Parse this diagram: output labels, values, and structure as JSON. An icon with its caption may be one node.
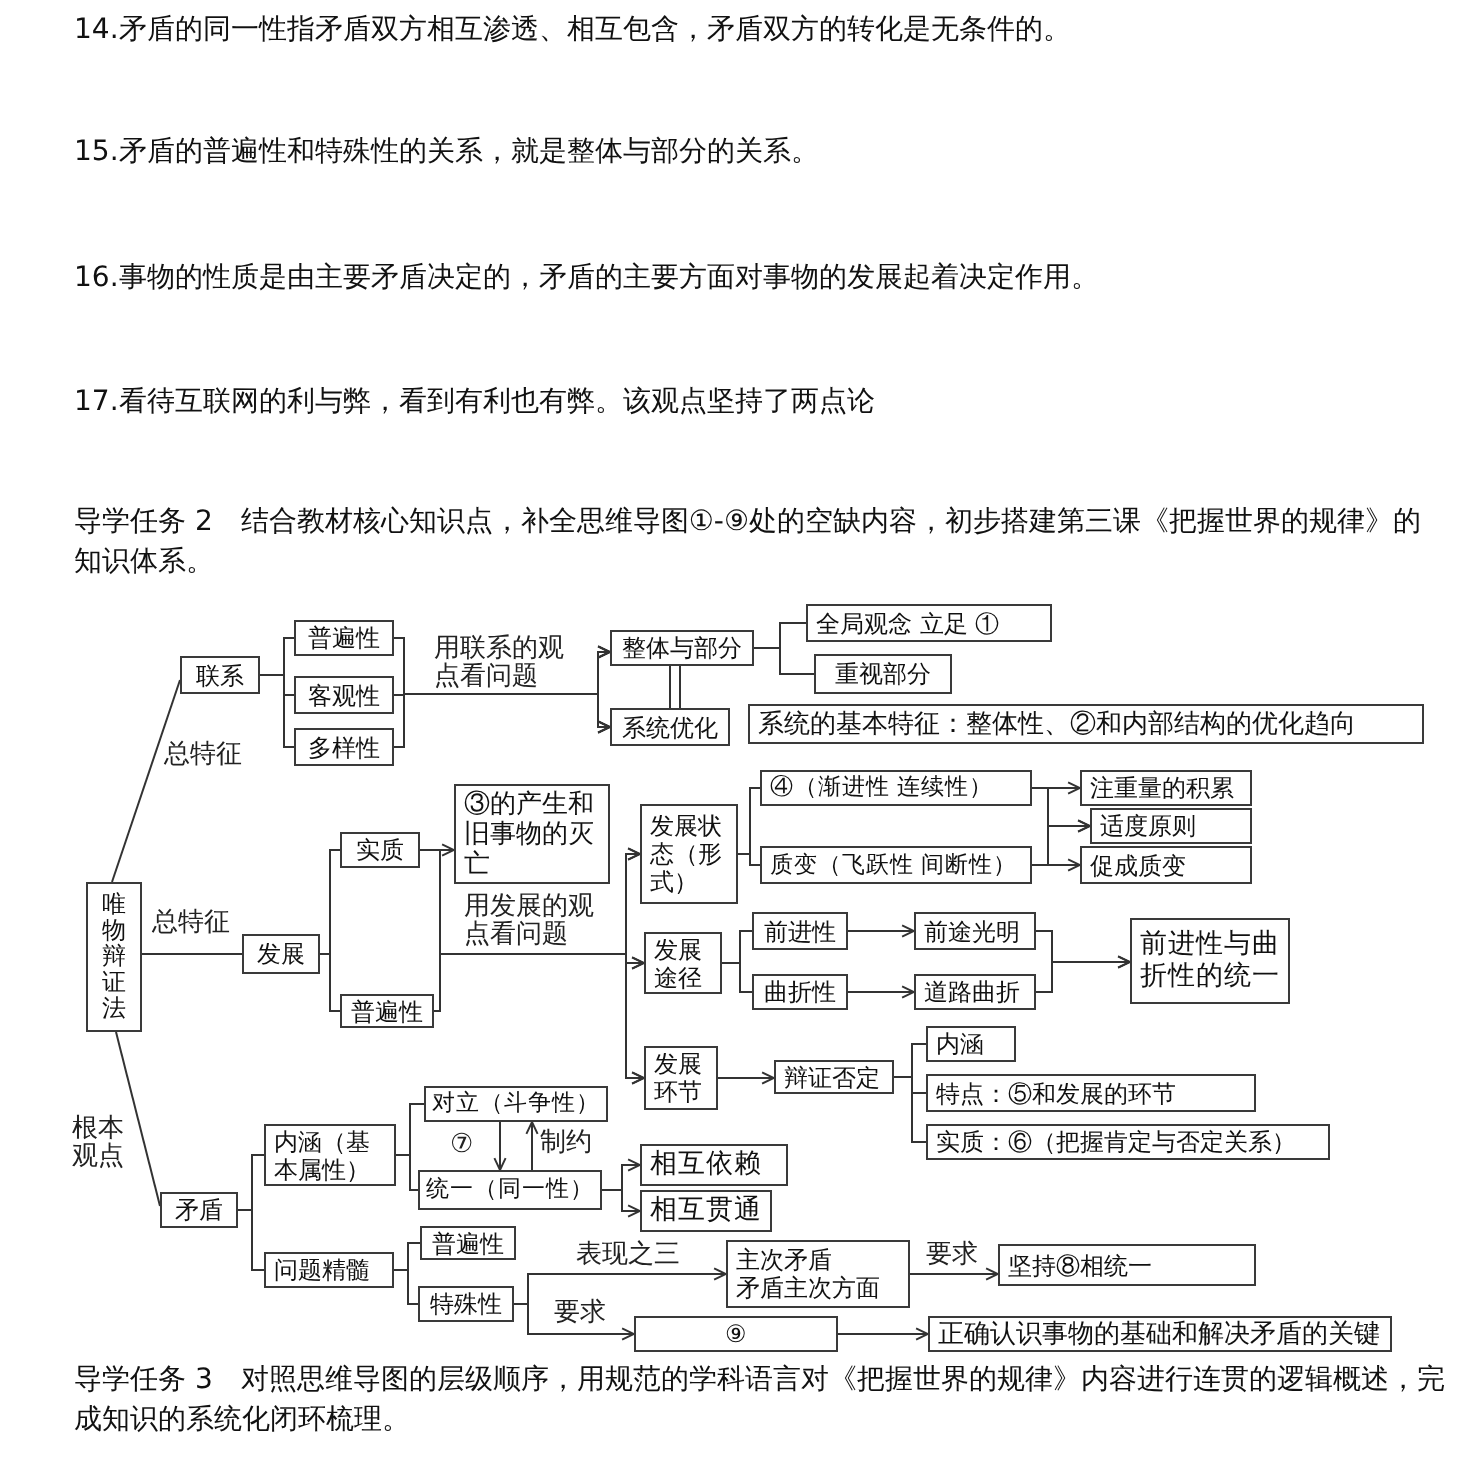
{
  "diagram": {
    "nodes": [
      {
        "text": [
          "唯物辩证法"
        ]
      },
      {
        "text": [
          "联系"
        ]
      },
      {
        "text": [
          "普遍性"
        ]
      },
      {
        "text": [
          "客观性"
        ]
      },
      {
        "text": [
          "多样性"
        ]
      },
      {
        "text": [
          "整体与部分"
        ]
      },
      {
        "text": [
          "全局观念 立足 ①"
        ]
      },
      {
        "text": [
          "重视部分"
        ]
      },
      {
        "text": [
          "系统优化"
        ]
      },
      {
        "text": [
          "系统的基本特征：整体性、②和内部结构的优化趋向"
        ]
      },
      {
        "text": [
          "发展"
        ]
      },
      {
        "text": [
          "实质"
        ]
      },
      {
        "text": [
          "③的产生和旧事物的灭亡"
        ]
      },
      {
        "text": [
          "普遍性"
        ]
      },
      {
        "text": [
          "发展状态（形式）"
        ]
      },
      {
        "text": [
          "④（渐进性 连续性）"
        ]
      },
      {
        "text": [
          "质变（飞跃性 间断性）"
        ]
      },
      {
        "text": [
          "注重量的积累"
        ]
      },
      {
        "text": [
          "适度原则"
        ]
      },
      {
        "text": [
          "促成质变"
        ]
      },
      {
        "text": [
          "发展途径"
        ]
      },
      {
        "text": [
          "前进性"
        ]
      },
      {
        "text": [
          "曲折性"
        ]
      },
      {
        "text": [
          "前途光明"
        ]
      },
      {
        "text": [
          "道路曲折"
        ]
      },
      {
        "text": [
          "前进性与曲折性的统一"
        ]
      },
      {
        "text": [
          "发展环节"
        ]
      },
      {
        "text": [
          "辩证否定"
        ]
      },
      {
        "text": [
          "内涵"
        ]
      },
      {
        "text": [
          "特点：⑤和发展的环节"
        ]
      },
      {
        "text": [
          "实质：⑥（把握肯定与否定关系）"
        ]
      },
      {
        "text": [
          "矛盾"
        ]
      },
      {
        "text": [
          "内涵（基本属性）"
        ]
      },
      {
        "text": [
          "对立（斗争性）"
        ]
      },
      {
        "text": [
          "统一（同一性）"
        ]
      },
      {
        "text": [
          "相互依赖"
        ]
      },
      {
        "text": [
          "相互贯通"
        ]
      },
      {
        "text": [
          "问题精髓"
        ]
      },
      {
        "text": [
          "普遍性"
        ]
      },
      {
        "text": [
          "特殊性"
        ]
      },
      {
        "text": [
          "主次矛盾",
          "矛盾主次方面"
        ]
      },
      {
        "text": [
          "坚持⑧相统一"
        ]
      },
      {
        "text": [
          "⑨"
        ]
      },
      {
        "text": [
          "正确认识事物的基础和解决矛盾的关键"
        ]
      }
    ],
    "edges": [
      {
        "from": 0,
        "to": 1,
        "arrow": "none",
        "label": "总特征"
      },
      {
        "from": 0,
        "to": 10,
        "arrow": "none",
        "label": "总特征"
      },
      {
        "from": 0,
        "to": 31,
        "arrow": "none",
        "label": "根本观点"
      },
      {
        "from": 1,
        "to": 2,
        "arrow": "none"
      },
      {
        "from": 1,
        "to": 3,
        "arrow": "none"
      },
      {
        "from": 1,
        "to": 4,
        "arrow": "none"
      },
      {
        "from": 2,
        "to": 5,
        "arrow": "to",
        "label": "用联系的观点看问题"
      },
      {
        "from": 2,
        "to": 8,
        "arrow": "to"
      },
      {
        "from": 3,
        "to": 5,
        "arrow": "to"
      },
      {
        "from": 3,
        "to": 8,
        "arrow": "to"
      },
      {
        "from": 4,
        "to": 5,
        "arrow": "to"
      },
      {
        "from": 4,
        "to": 8,
        "arrow": "to"
      },
      {
        "from": 5,
        "to": 6,
        "arrow": "none"
      },
      {
        "from": 5,
        "to": 7,
        "arrow": "none"
      },
      {
        "from": 10,
        "to": 11,
        "arrow": "none"
      },
      {
        "from": 10,
        "to": 13,
        "arrow": "none"
      },
      {
        "from": 11,
        "to": 12,
        "arrow": "to"
      },
      {
        "from": 11,
        "to": 14,
        "arrow": "to",
        "label": "用发展的观点看问题"
      },
      {
        "from": 11,
        "to": 20,
        "arrow": "to"
      },
      {
        "from": 11,
        "to": 26,
        "arrow": "to"
      },
      {
        "from": 13,
        "to": 14,
        "arrow": "to"
      },
      {
        "from": 13,
        "to": 20,
        "arrow": "to"
      },
      {
        "from": 13,
        "to": 26,
        "arrow": "to"
      },
      {
        "from": 14,
        "to": 15,
        "arrow": "none"
      },
      {
        "from": 14,
        "to": 16,
        "arrow": "none"
      },
      {
        "from": 15,
        "to": 17,
        "arrow": "to"
      },
      {
        "from": 15,
        "to": 18,
        "arrow": "to"
      },
      {
        "from": 16,
        "to": 18,
        "arrow": "to"
      },
      {
        "from": 16,
        "to": 19,
        "arrow": "to"
      },
      {
        "from": 20,
        "to": 21,
        "arrow": "none"
      },
      {
        "from": 20,
        "to": 22,
        "arrow": "none"
      },
      {
        "from": 21,
        "to": 23,
        "arrow": "to"
      },
      {
        "from": 22,
        "to": 24,
        "arrow": "to"
      },
      {
        "from": 23,
        "to": 25,
        "arrow": "to"
      },
      {
        "from": 24,
        "to": 25,
        "arrow": "to"
      },
      {
        "from": 26,
        "to": 27,
        "arrow": "to"
      },
      {
        "from": 27,
        "to": 28,
        "arrow": "none"
      },
      {
        "from": 27,
        "to": 29,
        "arrow": "none"
      },
      {
        "from": 27,
        "to": 30,
        "arrow": "none"
      },
      {
        "from": 31,
        "to": 32,
        "arrow": "none"
      },
      {
        "from": 31,
        "to": 37,
        "arrow": "none"
      },
      {
        "from": 32,
        "to": 33,
        "arrow": "none"
      },
      {
        "from": 32,
        "to": 34,
        "arrow": "none"
      },
      {
        "from": 33,
        "to": 34,
        "arrow": "to",
        "label": "⑦"
      },
      {
        "from": 34,
        "to": 33,
        "arrow": "to",
        "label": "制约"
      },
      {
        "from": 34,
        "to": 35,
        "arrow": "to"
      },
      {
        "from": 34,
        "to": 36,
        "arrow": "to"
      },
      {
        "from": 37,
        "to": 38,
        "arrow": "none"
      },
      {
        "from": 37,
        "to": 39,
        "arrow": "none"
      },
      {
        "from": 39,
        "to": 40,
        "arrow": "to",
        "label": "表现之三"
      },
      {
        "from": 39,
        "to": 42,
        "arrow": "to",
        "label": "要求"
      },
      {
        "from": 40,
        "to": 41,
        "arrow": "to",
        "label": "要求"
      },
      {
        "from": 42,
        "to": 43,
        "arrow": "to"
      },
      {
        "from": 5,
        "to": 8,
        "arrow": "none"
      }
    ],
    "labels": [
      "14.矛盾的同一性指矛盾双方相互渗透、相互包含，矛盾双方的转化是无条件的。",
      "15.矛盾的普遍性和特殊性的关系，就是整体与部分的关系。",
      "16.事物的性质是由主要矛盾决定的，矛盾的主要方面对事物的发展起着决定作用。",
      "17.看待互联网的利与弊，看到有利也有弊。该观点坚持了两点论",
      "导学任务 2　结合教材核心知识点，补全思维导图①-⑨处的空缺内容，初步搭建第三课《把握世界的规律》的知识体系。",
      "导学任务 3　对照思维导图的层级顺序，用规范的学科语言对《把握世界的规律》内容进行连贯的逻辑概述，完成知识的系统化闭环梳理。"
    ]
  }
}
